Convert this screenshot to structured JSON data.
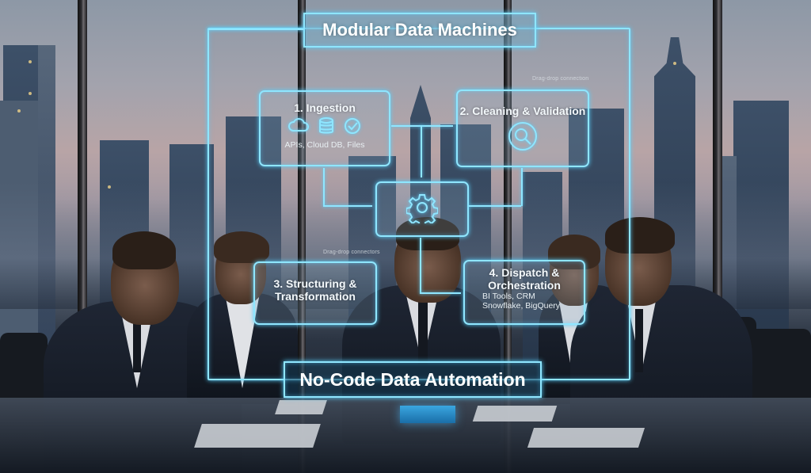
{
  "scene": {
    "description": "Business team meeting in a high-rise boardroom with a city skyline at dusk, overlaid by a holographic data-pipeline diagram",
    "accent_color": "#8fe6ff",
    "glow_color": "#58d2ff"
  },
  "diagram": {
    "title": "Modular Data Machines",
    "footer": "No-Code Data Automation",
    "central_node": {
      "icon": "gear-icon"
    },
    "connector_labels": [
      "Drag-drop connection",
      "Drag-drop connectors"
    ],
    "nodes": [
      {
        "label": "1. Ingestion",
        "icons": [
          "cloud-icon",
          "database-icon",
          "check-circle-icon"
        ],
        "sublabel": "APIs, Cloud DB, Files"
      },
      {
        "label": "2. Cleaning & Validation",
        "icons": [
          "magnifier-icon"
        ],
        "sublabel": ""
      },
      {
        "label_line1": "3. Structuring &",
        "label_line2": "Transformation"
      },
      {
        "label_line1": "4. Dispatch &",
        "label_line2": "Orchestration",
        "sub_line1": "BI Tools, CRM",
        "sub_line2": "Snowflake, BigQuery"
      }
    ]
  }
}
